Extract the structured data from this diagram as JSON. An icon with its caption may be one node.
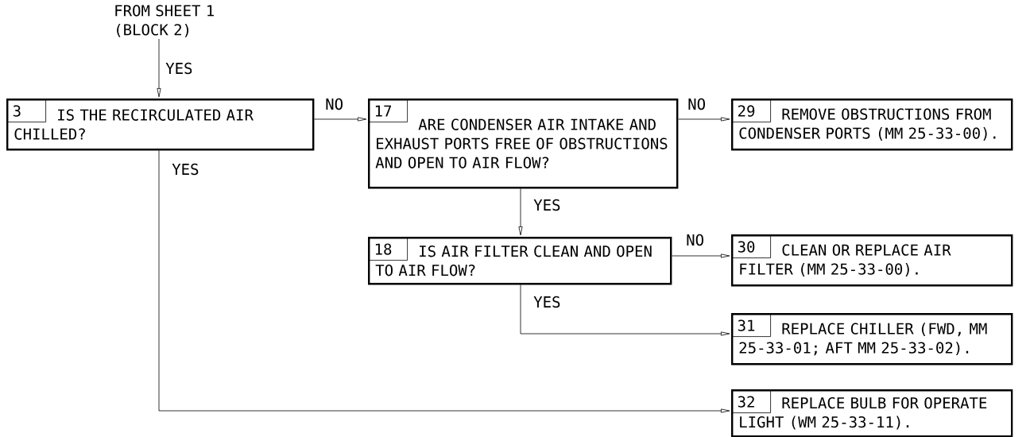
{
  "diagram": {
    "nodes": [
      {
        "text": [
          "FROM SHEET 1 (BLOCK 2)"
        ]
      },
      {
        "text": [
          "3",
          "IS THE RECIRCULATED AIR CHILLED?"
        ]
      },
      {
        "text": [
          "17",
          "ARE CONDENSER AIR INTAKE AND EXHAUST PORTS FREE OF OBSTRUCTIONS AND OPEN TO AIR FLOW?"
        ]
      },
      {
        "text": [
          "29",
          "REMOVE OBSTRUCTIONS FROM CONDENSER PORTS (MM 25-33-00)."
        ]
      },
      {
        "text": [
          "18",
          "IS AIR FILTER CLEAN AND OPEN TO AIR FLOW?"
        ]
      },
      {
        "text": [
          "30",
          "CLEAN OR REPLACE AIR FILTER (MM 25-33-00)."
        ]
      },
      {
        "text": [
          "31",
          "REPLACE CHILLER (FWD, MM 25-33-01; AFT MM 25-33-02)."
        ]
      },
      {
        "text": [
          "32",
          "REPLACE BULB FOR OPERATE LIGHT (WM 25-33-11)."
        ]
      }
    ],
    "edges": [
      {
        "from": 0,
        "to": 1,
        "arrow": "to",
        "label": "YES"
      },
      {
        "from": 1,
        "to": 2,
        "arrow": "to",
        "label": "NO"
      },
      {
        "from": 2,
        "to": 3,
        "arrow": "to",
        "label": "NO"
      },
      {
        "from": 2,
        "to": 4,
        "arrow": "to",
        "label": "YES"
      },
      {
        "from": 4,
        "to": 5,
        "arrow": "to",
        "label": "NO"
      },
      {
        "from": 4,
        "to": 6,
        "arrow": "to",
        "label": "YES"
      },
      {
        "from": 1,
        "to": 7,
        "arrow": "to",
        "label": "YES"
      }
    ]
  }
}
